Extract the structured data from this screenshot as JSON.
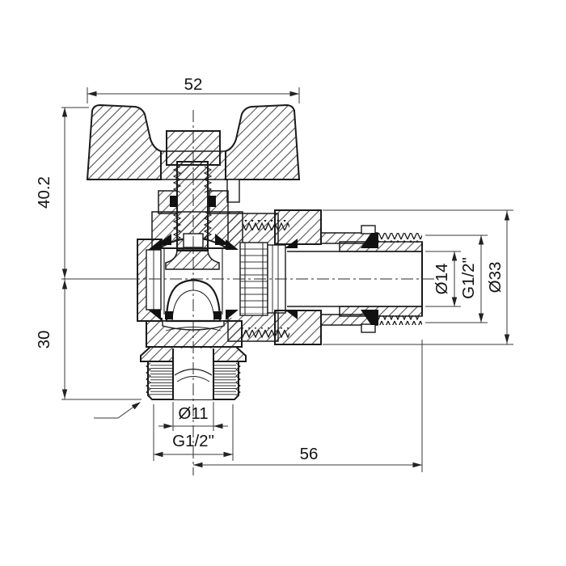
{
  "drawing": {
    "subject": "Angle ball valve with butterfly handle — sectional technical drawing",
    "background": "#ffffff",
    "line_color": "#1a1a1a",
    "dim_color": "#3a3a3a",
    "dimensions": {
      "handle_width": "52",
      "upper_height": "40.2",
      "lower_height": "30",
      "right_bore": "Ø14",
      "right_thread": "G1/2\"",
      "union_nut_od": "Ø33",
      "bottom_bore": "Ø11",
      "bottom_thread": "G1/2\"",
      "center_to_end": "56"
    }
  }
}
